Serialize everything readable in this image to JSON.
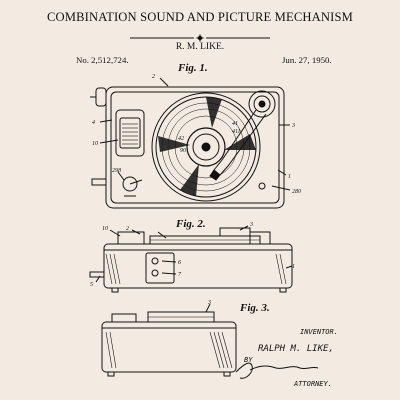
{
  "header": {
    "title": "COMBINATION SOUND AND PICTURE MECHANISM",
    "inventor": "R. M. LIKE.",
    "patent_number": "No. 2,512,724.",
    "date": "Jun. 27, 1950."
  },
  "figures": {
    "fig1_label": "Fig. 1.",
    "fig2_label": "Fig. 2.",
    "fig3_label": "Fig. 3."
  },
  "fig1_refs": [
    "2",
    "4",
    "10",
    "42",
    "90",
    "41",
    "411",
    "3",
    "1",
    "280",
    "298"
  ],
  "fig2_refs": [
    "10",
    "2",
    "3",
    "6",
    "7",
    "1",
    "5"
  ],
  "fig3_refs": [
    "3"
  ],
  "signature": {
    "inventor_label": "INVENTOR.",
    "inventor_name": "RALPH M. LIKE,",
    "by": "BY",
    "attorney_label": "ATTORNEY."
  },
  "colors": {
    "paper": "#f3ebe1",
    "ink": "#111111"
  }
}
